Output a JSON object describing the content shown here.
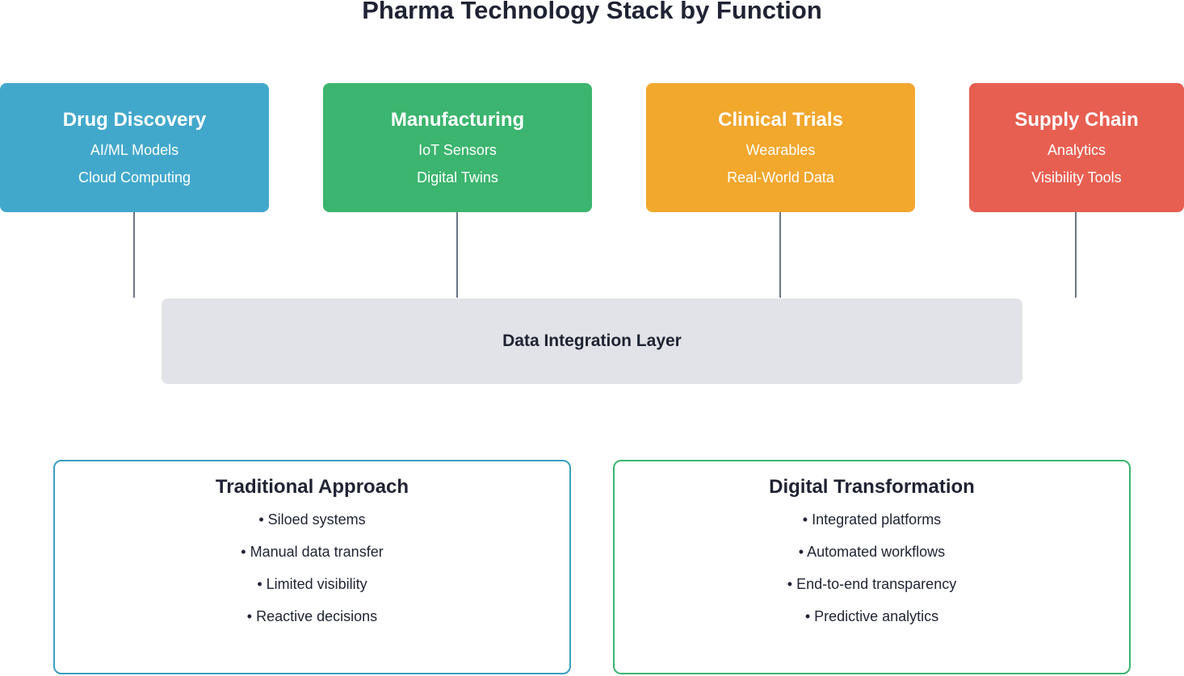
{
  "title": "Pharma Technology Stack by Function",
  "colors": {
    "drug_discovery": "#42a8cb",
    "manufacturing": "#3bb56f",
    "clinical_trials": "#f2a72d",
    "supply_chain": "#e75f51",
    "integration_layer": "#e1e3e8",
    "connector": "#6b7588",
    "traditional_border": "#3a9fc0",
    "digital_border": "#3bb56f"
  },
  "functions": [
    {
      "title": "Drug Discovery",
      "items": [
        "AI/ML Models",
        "Cloud Computing"
      ]
    },
    {
      "title": "Manufacturing",
      "items": [
        "IoT Sensors",
        "Digital Twins"
      ]
    },
    {
      "title": "Clinical Trials",
      "items": [
        "Wearables",
        "Real-World Data"
      ]
    },
    {
      "title": "Supply Chain",
      "items": [
        "Analytics",
        "Visibility Tools"
      ]
    }
  ],
  "integration_layer": "Data Integration Layer",
  "comparison": {
    "traditional": {
      "title": "Traditional Approach",
      "items": [
        "• Siloed systems",
        "• Manual data transfer",
        "• Limited visibility",
        "• Reactive decisions"
      ]
    },
    "digital": {
      "title": "Digital Transformation",
      "items": [
        "• Integrated platforms",
        "• Automated workflows",
        "• End-to-end transparency",
        "• Predictive analytics"
      ]
    }
  }
}
